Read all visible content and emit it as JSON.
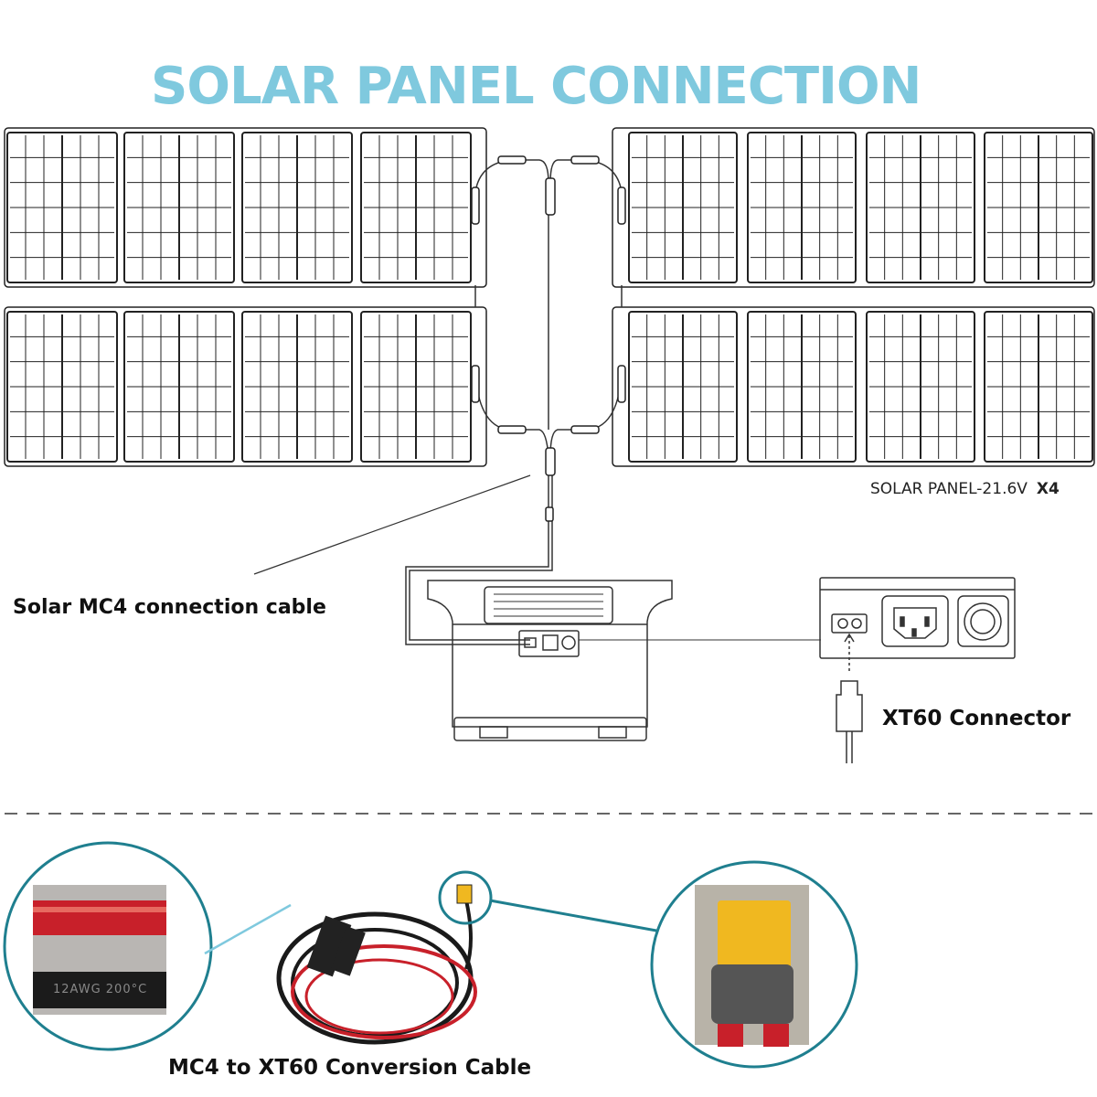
{
  "title": "SOLAR PANEL CONNECTION",
  "panel_spec": {
    "label": "SOLAR PANEL-21.6V",
    "quantity": "X4"
  },
  "cable_label": "Solar MC4 connection cable",
  "xt60_label": "XT60 Connector",
  "conversion_label": "MC4 to XT60 Conversion Cable",
  "wire_marking": "12AWG 200°C",
  "colors": {
    "title": "#7fc9de",
    "circle": "#1f7f8f",
    "wire_red": "#c8202a",
    "xt60_yellow": "#f0b820"
  }
}
